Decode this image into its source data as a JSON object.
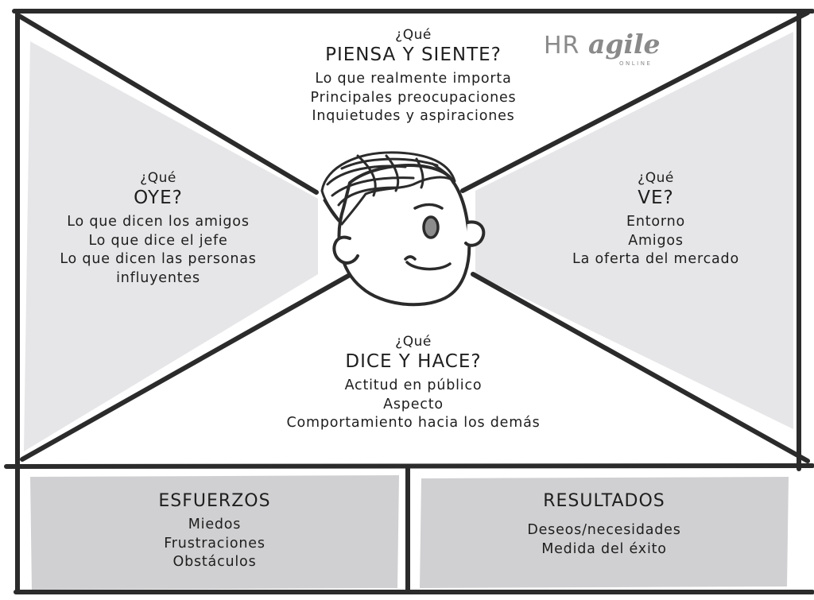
{
  "logo": {
    "hr": "HR",
    "agile": "agile",
    "online": "ONLINE"
  },
  "top": {
    "question": "¿Qué",
    "heading": "PIENSA Y SIENTE?",
    "lines": [
      "Lo que realmente importa",
      "Principales preocupaciones",
      "Inquietudes y aspiraciones"
    ]
  },
  "left": {
    "question": "¿Qué",
    "heading": "OYE?",
    "lines": [
      "Lo que dicen los amigos",
      "Lo que dice el jefe",
      "Lo que dicen las personas",
      "influyentes"
    ]
  },
  "right": {
    "question": "¿Qué",
    "heading": "VE?",
    "lines": [
      "Entorno",
      "Amigos",
      "La oferta del mercado"
    ]
  },
  "bottom": {
    "question": "¿Qué",
    "heading": "DICE Y HACE?",
    "lines": [
      "Actitud en público",
      "Aspecto",
      "Comportamiento hacia los demás"
    ]
  },
  "efforts": {
    "title": "ESFUERZOS",
    "lines": [
      "Miedos",
      "Frustraciones",
      "Obstáculos"
    ]
  },
  "results": {
    "title": "RESULTADOS",
    "lines": [
      "Deseos/necesidades",
      "Medida del éxito"
    ]
  },
  "colors": {
    "stroke": "#2b2b2b",
    "panel_fill": "#e6e6e8",
    "box_fill": "#d0d0d2",
    "logo": "#8a8a8a"
  }
}
